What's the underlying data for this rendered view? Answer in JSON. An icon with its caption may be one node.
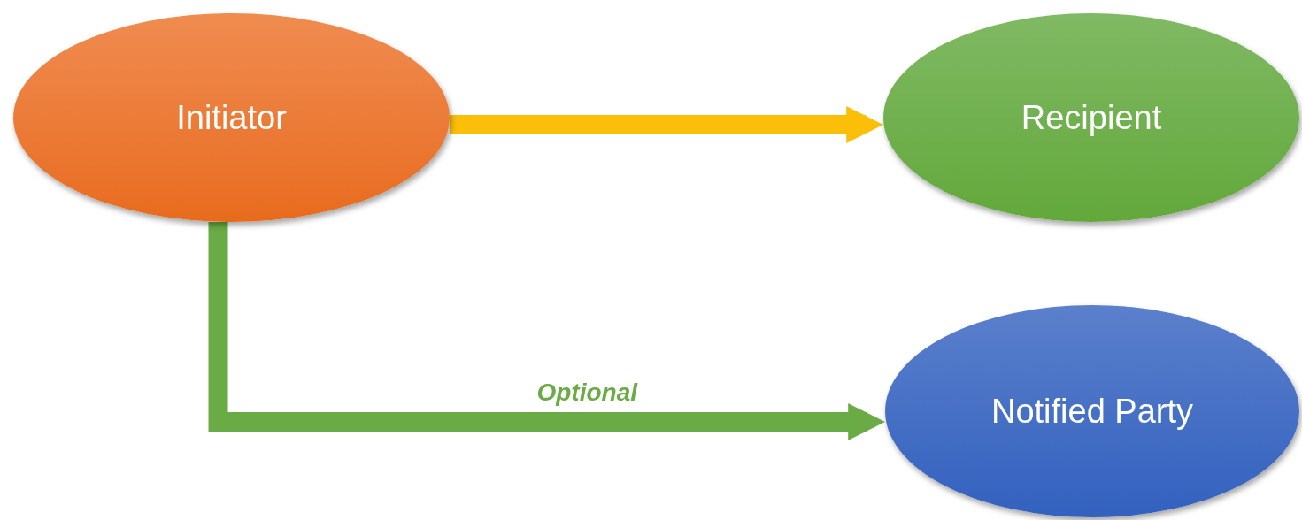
{
  "diagram": {
    "nodes": [
      {
        "text": [
          "Initiator"
        ]
      },
      {
        "text": [
          "Recipient"
        ]
      },
      {
        "text": [
          "Notified Party"
        ]
      }
    ],
    "edges": [
      {
        "from": 0,
        "to": 1,
        "arrow": "to",
        "color": "#fbbf0a"
      },
      {
        "from": 0,
        "to": 2,
        "arrow": "to",
        "color": "#6aab45",
        "label": "Optional"
      }
    ]
  }
}
